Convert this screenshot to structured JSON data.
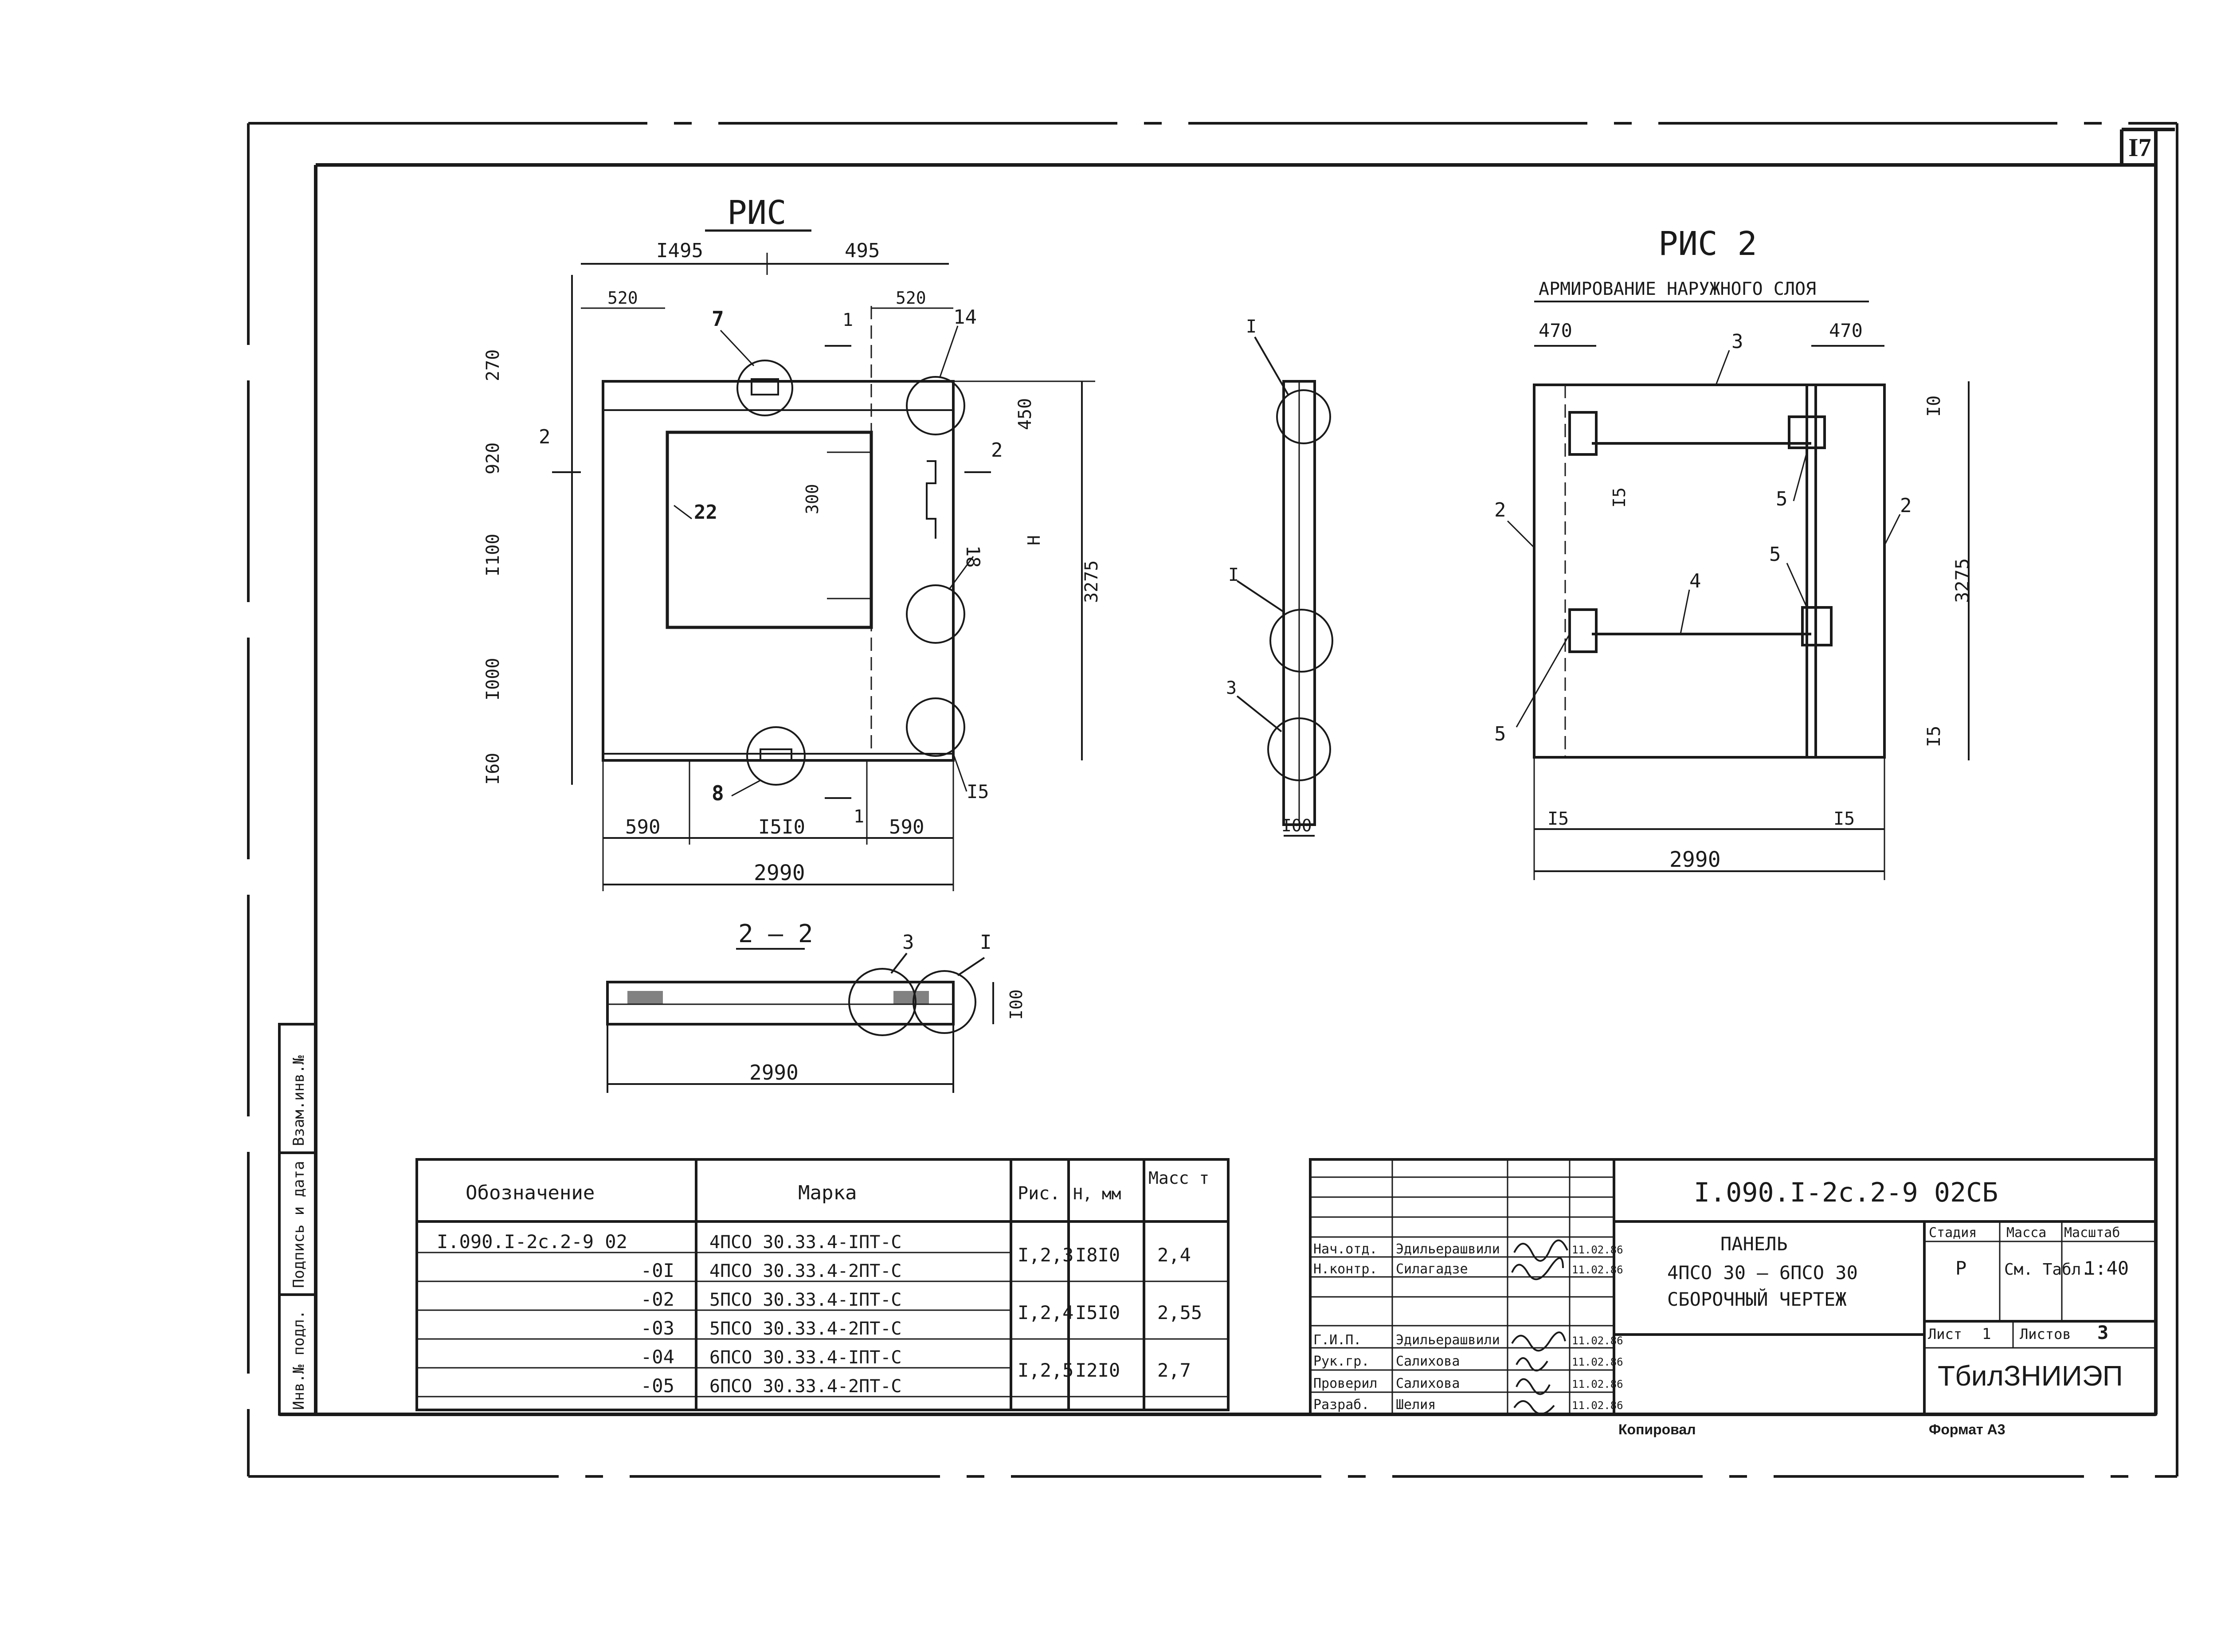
{
  "sheet_number": "I7",
  "views": {
    "fig1": {
      "title": "РИС",
      "top_dims": [
        "I495",
        "495"
      ],
      "sub_dims": [
        "520",
        "520"
      ],
      "left_dims": [
        "270",
        "920",
        "I100",
        "I000",
        "I60"
      ],
      "right_dims": [
        "450",
        "300",
        "3275",
        "H"
      ],
      "bottom_dims": [
        "590",
        "I5I0",
        "590",
        "2990"
      ],
      "callouts": [
        "7",
        "14",
        "22",
        "18",
        "8",
        "I5"
      ],
      "section_marks": [
        "2",
        "2",
        "1",
        "1"
      ]
    },
    "side": {
      "callouts": [
        "I",
        "I",
        "3"
      ],
      "dim": "I00"
    },
    "fig2": {
      "title": "РИС 2",
      "subtitle": "АРМИРОВАНИЕ НАРУЖНОГО СЛОЯ",
      "top_dims": [
        "470",
        "470"
      ],
      "right_dims": [
        "I0",
        "3275",
        "I5"
      ],
      "left_dims": [
        "I5"
      ],
      "bottom_dims": [
        "I5",
        "I5",
        "2990"
      ],
      "callouts": [
        "3",
        "2",
        "2",
        "5",
        "5",
        "4",
        "5"
      ]
    },
    "section22": {
      "title": "2 — 2",
      "callouts": [
        "3",
        "I"
      ],
      "dims": [
        "I00",
        "2990"
      ]
    }
  },
  "spec_table": {
    "headers": [
      "Обозначение",
      "Марка",
      "Рис.",
      "Н, мм",
      "Масс\nт"
    ],
    "rows": [
      [
        "I.090.I-2с.2-9 02",
        "4ПСО 30.33.4-IПТ-С"
      ],
      [
        "-0I",
        "4ПСО 30.33.4-2ПТ-С"
      ],
      [
        "-02",
        "5ПСО 30.33.4-IПТ-С"
      ],
      [
        "-03",
        "5ПСО 30.33.4-2ПТ-С"
      ],
      [
        "-04",
        "6ПСО 30.33.4-IПТ-С"
      ],
      [
        "-05",
        "6ПСО 30.33.4-2ПТ-С"
      ]
    ],
    "groups": [
      {
        "ris": "I,2,3",
        "h": "I8I0",
        "mass": "2,4"
      },
      {
        "ris": "I,2,4",
        "h": "I5I0",
        "mass": "2,55"
      },
      {
        "ris": "I,2,5",
        "h": "I2I0",
        "mass": "2,7"
      }
    ]
  },
  "side_stamp": [
    "Инв.№ подл.",
    "Подпись и дата",
    "Взам.инв.№"
  ],
  "title_block": {
    "code": "I.090.I-2с.2-9 02СБ",
    "title_lines": [
      "ПАНЕЛЬ",
      "4ПСО 30 – 6ПСО 30",
      "СБОРОЧНЫЙ ЧЕРТЕЖ"
    ],
    "roles": [
      {
        "role": "Нач.отд.",
        "name": "Эдильерашвили",
        "date": "11.02.86"
      },
      {
        "role": "Н.контр.",
        "name": "Силагадзе",
        "date": "11.02.86"
      },
      {
        "role": "Г.И.П.",
        "name": "Эдильерашвили",
        "date": "11.02.86"
      },
      {
        "role": "Рук.гр.",
        "name": "Салихова",
        "date": "11.02.86"
      },
      {
        "role": "Проверил",
        "name": "Салихова",
        "date": "11.02.86"
      },
      {
        "role": "Разраб.",
        "name": "Шелия",
        "date": "11.02.86"
      }
    ],
    "stage_header": "Стадия",
    "mass_header": "Масса",
    "scale_header": "Масштаб",
    "stage": "Р",
    "mass": "См. Табл.",
    "scale": "1:40",
    "sheet_label": "Лист",
    "sheet_no": "1",
    "sheets_label": "Листов",
    "sheets_total": "3",
    "org": "ТбилЗНИИЭП"
  },
  "footer": {
    "copied": "Копировал",
    "format": "Формат А3"
  }
}
